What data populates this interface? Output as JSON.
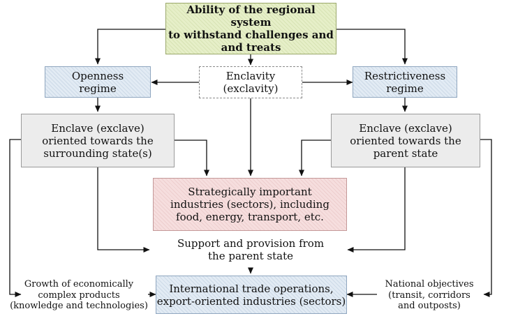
{
  "top_box": "Ability of the regional system\nto withstand challenges and\nand treats",
  "openness_box": "Openness\nregime",
  "enclavity_box": "Enclavity\n(exclavity)",
  "restrictiveness_box": "Restrictiveness\nregime",
  "enclave_surrounding_box": "Enclave (exclave)\noriented towards the\nsurrounding state(s)",
  "enclave_parent_box": "Enclave (exclave)\noriented towards the\nparent state",
  "strategic_box": "Strategically important\nindustries (sectors), including\nfood, energy, transport, etc.",
  "support_text": "Support and provision from\nthe  parent state",
  "trade_box": "International trade operations,\nexport-oriented industries (sectors)",
  "growth_text": "Growth of economically\ncomplex products\n(knowledge and technologies)",
  "national_text": "National objectives\n(transit, corridors\nand outposts)"
}
